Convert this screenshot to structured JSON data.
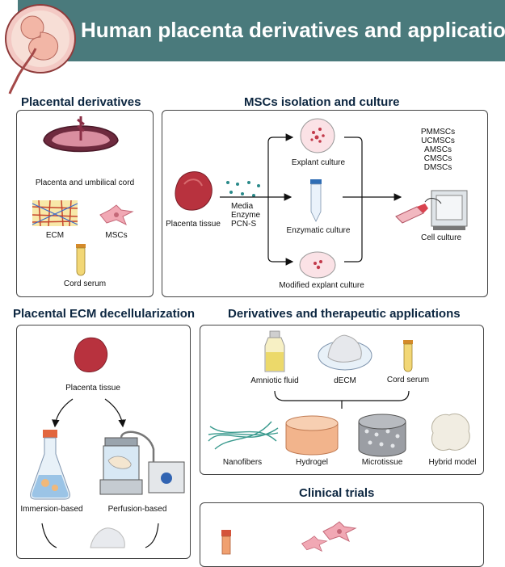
{
  "header": {
    "title": "Human placenta derivatives and applications",
    "bg_color": "#4a7a7c"
  },
  "sections": {
    "derivatives": {
      "title": "Placental derivatives",
      "items": [
        "Placenta and umbilical cord",
        "ECM",
        "MSCs",
        "Cord serum"
      ]
    },
    "mscs": {
      "title": "MSCs isolation and culture",
      "source": "Placenta tissue",
      "media": [
        "Media",
        "Enzyme",
        "PCN-S"
      ],
      "methods": [
        "Explant culture",
        "Enzymatic culture",
        "Modified explant culture"
      ],
      "cell_types": [
        "PMMSCs",
        "UCMSCs",
        "AMSCs",
        "CMSCs",
        "DMSCs"
      ],
      "result": "Cell culture"
    },
    "decell": {
      "title": "Placental ECM decellularization",
      "source": "Placenta tissue",
      "methods": [
        "Immersion-based",
        "Perfusion-based"
      ]
    },
    "applications": {
      "title": "Derivatives and therapeutic applications",
      "derivatives": [
        "Amniotic fluid",
        "dECM",
        "Cord serum"
      ],
      "products": [
        "Nanofibers",
        "Hydrogel",
        "Microtissue",
        "Hybrid model"
      ]
    },
    "clinical": {
      "title": "Clinical trials"
    }
  },
  "icons": [
    "fetus-icon",
    "placenta-icon",
    "ecm-icon",
    "msc-cell-icon",
    "tube-icon",
    "tissue-icon",
    "dish-icon",
    "incubator-icon",
    "flask-icon",
    "perfusion-icon"
  ]
}
